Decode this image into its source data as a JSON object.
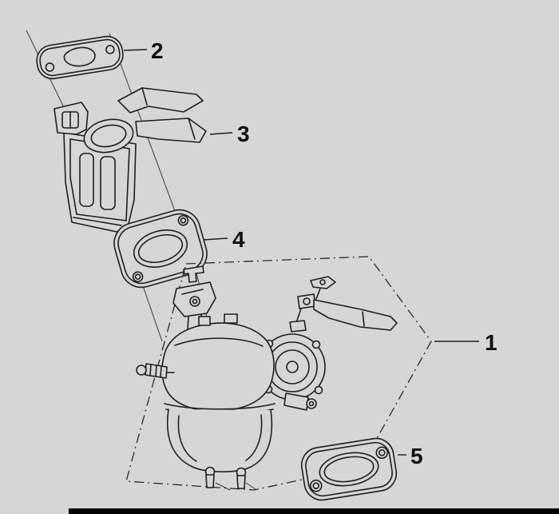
{
  "diagram": {
    "type": "exploded-parts-diagram",
    "callouts": [
      {
        "part": 1,
        "label": "1"
      },
      {
        "part": 2,
        "label": "2"
      },
      {
        "part": 3,
        "label": "3"
      },
      {
        "part": 4,
        "label": "4"
      },
      {
        "part": 5,
        "label": "5"
      }
    ]
  },
  "colors": {
    "background": "#d6d6d6",
    "line_art": "#1f1f1f",
    "bottom_bar": "#000000"
  }
}
